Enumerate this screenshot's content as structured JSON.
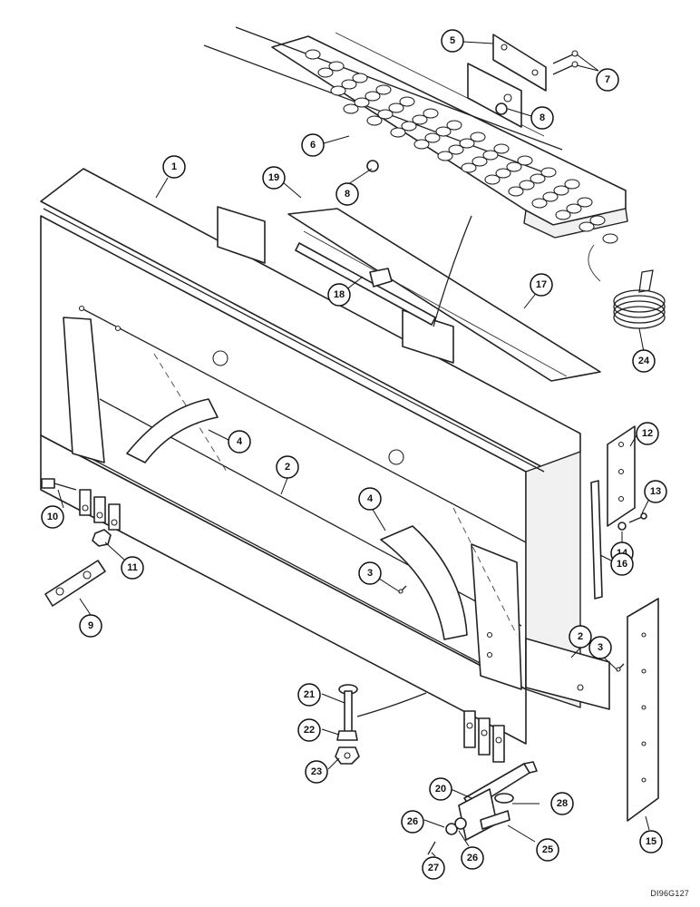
{
  "callouts": [
    {
      "id": "c1",
      "label": "1"
    },
    {
      "id": "c2a",
      "label": "2"
    },
    {
      "id": "c2b",
      "label": "2"
    },
    {
      "id": "c3a",
      "label": "3"
    },
    {
      "id": "c3b",
      "label": "3"
    },
    {
      "id": "c4a",
      "label": "4"
    },
    {
      "id": "c4b",
      "label": "4"
    },
    {
      "id": "c5",
      "label": "5"
    },
    {
      "id": "c6",
      "label": "6"
    },
    {
      "id": "c7",
      "label": "7"
    },
    {
      "id": "c8a",
      "label": "8"
    },
    {
      "id": "c8b",
      "label": "8"
    },
    {
      "id": "c9",
      "label": "9"
    },
    {
      "id": "c10",
      "label": "10"
    },
    {
      "id": "c11",
      "label": "11"
    },
    {
      "id": "c12",
      "label": "12"
    },
    {
      "id": "c13",
      "label": "13"
    },
    {
      "id": "c14",
      "label": "14"
    },
    {
      "id": "c15",
      "label": "15"
    },
    {
      "id": "c16",
      "label": "16"
    },
    {
      "id": "c17",
      "label": "17"
    },
    {
      "id": "c18",
      "label": "18"
    },
    {
      "id": "c19",
      "label": "19"
    },
    {
      "id": "c20",
      "label": "20"
    },
    {
      "id": "c21",
      "label": "21"
    },
    {
      "id": "c22",
      "label": "22"
    },
    {
      "id": "c23",
      "label": "23"
    },
    {
      "id": "c24",
      "label": "24"
    },
    {
      "id": "c25",
      "label": "25"
    },
    {
      "id": "c26a",
      "label": "26"
    },
    {
      "id": "c26b",
      "label": "26"
    },
    {
      "id": "c27",
      "label": "27"
    },
    {
      "id": "c28",
      "label": "28"
    }
  ],
  "reference_code": "DI96G127"
}
